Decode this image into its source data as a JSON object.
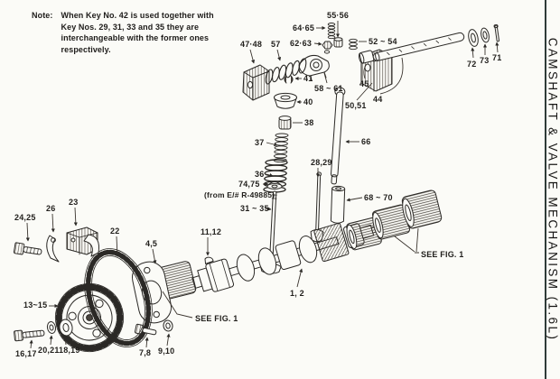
{
  "colors": {
    "background": "#fbfbf7",
    "ink": "#2b2926",
    "divider_rule": "#2f3b39"
  },
  "side_title": {
    "text": "CAMSHAFT & VALVE MECHANISM (1.6L)"
  },
  "note": {
    "prefix": "Note:",
    "lines": [
      "When Key No. 42 is used together with",
      "Key Nos. 29, 31, 33 and 35 they are",
      "interchangeable with the former ones",
      "respectively."
    ]
  },
  "labels": {
    "l55_56": "55·56",
    "l64_65": "64·65",
    "l62_63": "62·63",
    "l52_54": "52 ~ 54",
    "l47_48": "47·48",
    "l57": "57",
    "l41": "41",
    "l58_61": "58 ~ 61",
    "l40": "40",
    "l38": "38",
    "l37": "37",
    "l36": "36",
    "l28_29": "28,29",
    "l66": "66",
    "l50_51": "50,51",
    "l45": "45",
    "l44": "44",
    "l72": "72",
    "l73": "73",
    "l71": "71",
    "l74_75": "74,75",
    "from_engine": "(from E/# R-49885)",
    "l31_35": "31 ~ 35",
    "l68_70": "68 ~ 70",
    "l11_12": "11,12",
    "l1_2": "1, 2",
    "see_fig_left": "SEE FIG. 1",
    "see_fig_right": "SEE FIG. 1",
    "l24_25": "24,25",
    "l26": "26",
    "l23": "23",
    "l22": "22",
    "l4_5": "4,5",
    "l13_15": "13~15",
    "l16_17": "16,17",
    "l20_21": "20,21",
    "l18_19": "18,19",
    "l7_8": "7,8",
    "l9_10": "9,10"
  }
}
